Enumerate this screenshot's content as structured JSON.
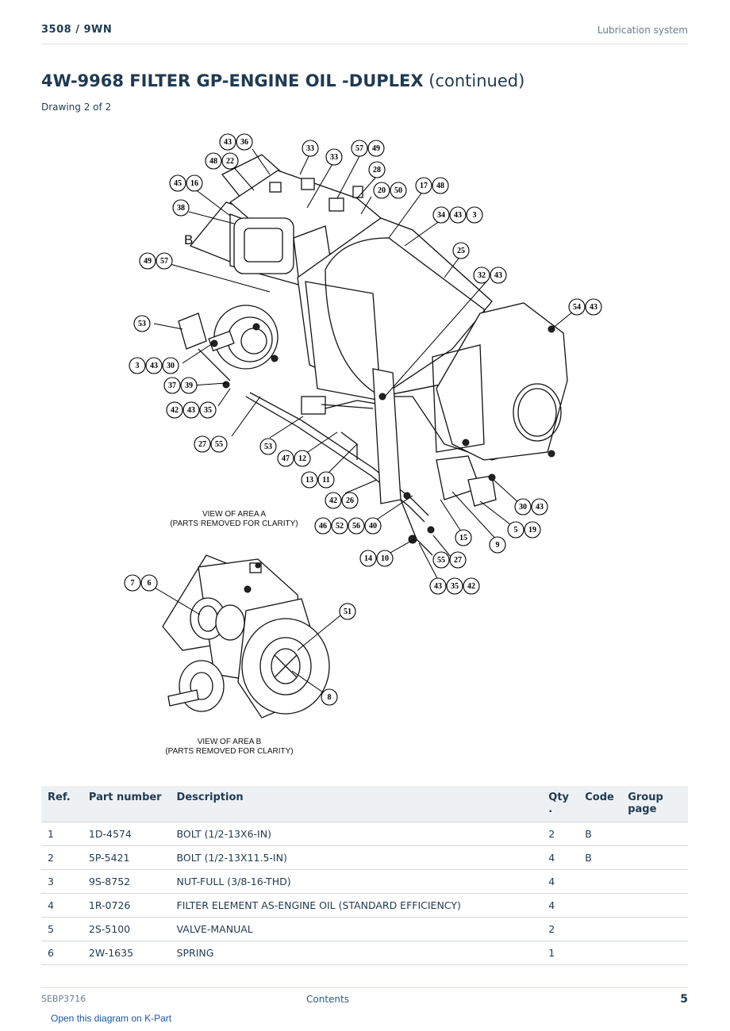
{
  "header": {
    "model": "3508  /  9WN",
    "section": "Lubrication system"
  },
  "title": {
    "main": "4W-9968 FILTER GP-ENGINE OIL -DUPLEX",
    "suffix": "(continued)"
  },
  "drawing_label": "Drawing 2 of 2",
  "diagram": {
    "area_label_b": "B",
    "caption_a_line1": "VIEW OF AREA A",
    "caption_a_line2": "(PARTS REMOVED FOR CLARITY)",
    "caption_b_line1": "VIEW OF AREA B",
    "caption_b_line2": "(PARTS REMOVED FOR CLARITY)",
    "callouts": [
      [
        "43",
        "36"
      ],
      [
        "33"
      ],
      [
        "57",
        "49"
      ],
      [
        "48",
        "22"
      ],
      [
        "33"
      ],
      [
        "28"
      ],
      [
        "45",
        "16"
      ],
      [
        "20",
        "50"
      ],
      [
        "17",
        "48"
      ],
      [
        "38"
      ],
      [
        "34",
        "43",
        "3"
      ],
      [
        "49",
        "57"
      ],
      [
        "25"
      ],
      [
        "32",
        "43"
      ],
      [
        "54",
        "43"
      ],
      [
        "53"
      ],
      [
        "3",
        "43",
        "30"
      ],
      [
        "37",
        "39"
      ],
      [
        "42",
        "43",
        "35"
      ],
      [
        "27",
        "55"
      ],
      [
        "53"
      ],
      [
        "47",
        "12"
      ],
      [
        "13",
        "11"
      ],
      [
        "42",
        "26"
      ],
      [
        "46",
        "52",
        "56",
        "40"
      ],
      [
        "30",
        "43"
      ],
      [
        "5",
        "19"
      ],
      [
        "15"
      ],
      [
        "9"
      ],
      [
        "14",
        "10"
      ],
      [
        "55",
        "27"
      ],
      [
        "43",
        "35",
        "42"
      ],
      [
        "7",
        "6"
      ],
      [
        "51"
      ],
      [
        "8"
      ]
    ]
  },
  "table": {
    "headers": {
      "ref": "Ref.",
      "part_number": "Part number",
      "description": "Description",
      "qty": "Qty .",
      "code": "Code",
      "group_page": "Group page"
    },
    "rows": [
      {
        "ref": "1",
        "part_number": "1D-4574",
        "description": "BOLT (1/2-13X6-IN)",
        "qty": "2",
        "code": "B",
        "group_page": ""
      },
      {
        "ref": "2",
        "part_number": "5P-5421",
        "description": "BOLT (1/2-13X11.5-IN)",
        "qty": "4",
        "code": "B",
        "group_page": ""
      },
      {
        "ref": "3",
        "part_number": "9S-8752",
        "description": "NUT-FULL (3/8-16-THD)",
        "qty": "4",
        "code": "",
        "group_page": ""
      },
      {
        "ref": "4",
        "part_number": "1R-0726",
        "description": "FILTER ELEMENT AS-ENGINE OIL (STANDARD EFFICIENCY)",
        "qty": "4",
        "code": "",
        "group_page": ""
      },
      {
        "ref": "5",
        "part_number": "2S-5100",
        "description": "VALVE-MANUAL",
        "qty": "2",
        "code": "",
        "group_page": ""
      },
      {
        "ref": "6",
        "part_number": "2W-1635",
        "description": "SPRING",
        "qty": "1",
        "code": "",
        "group_page": ""
      }
    ]
  },
  "footer": {
    "doc_id": "SEBP3716",
    "contents_link": "Contents",
    "page_number": "5",
    "kpart_link": "Open this diagram on K-Part"
  }
}
